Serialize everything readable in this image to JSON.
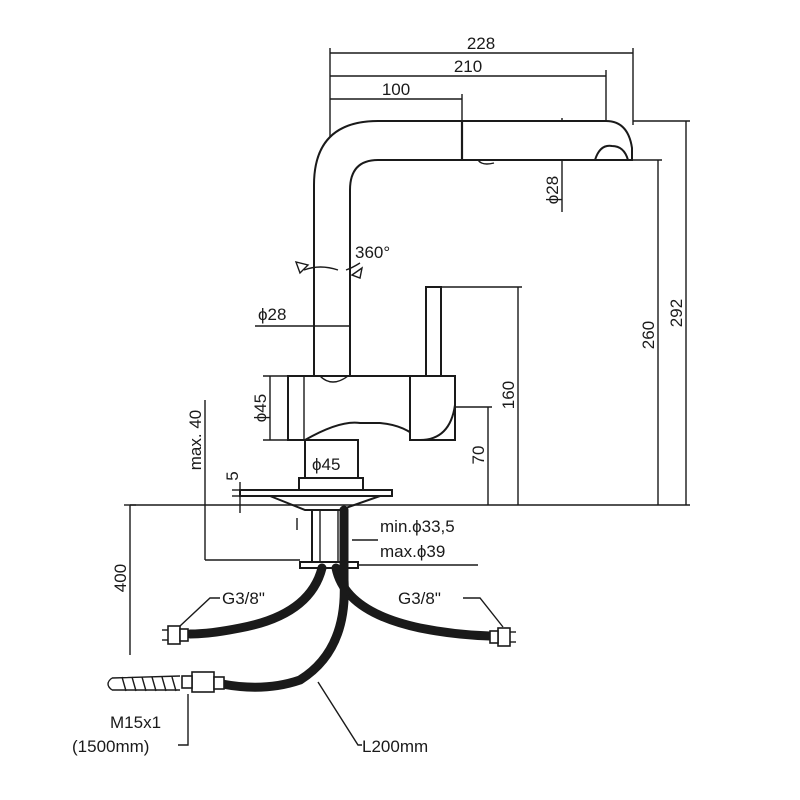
{
  "dimensions": {
    "overall_reach": "228",
    "spout_reach": "210",
    "swivel_offset": "100",
    "spout_tube_diameter": "ϕ28",
    "swivel_angle": "360°",
    "column_diameter": "ϕ28",
    "body_diameter": "ϕ45",
    "base_diameter": "ϕ45",
    "max_deck_thickness": "max. 40",
    "base_plate_height": "5",
    "lever_height": "160",
    "handle_axis_height": "70",
    "outlet_height": "260",
    "total_height": "292",
    "min_hole": "min.ϕ33,5",
    "max_hole": "max.ϕ39",
    "hose_depth": "400",
    "left_connector": "G3/8\"",
    "right_connector": "G3/8\"",
    "spray_thread": "M15x1",
    "spray_hose_length": "(1500mm)",
    "supply_hose_length": "L200mm"
  }
}
